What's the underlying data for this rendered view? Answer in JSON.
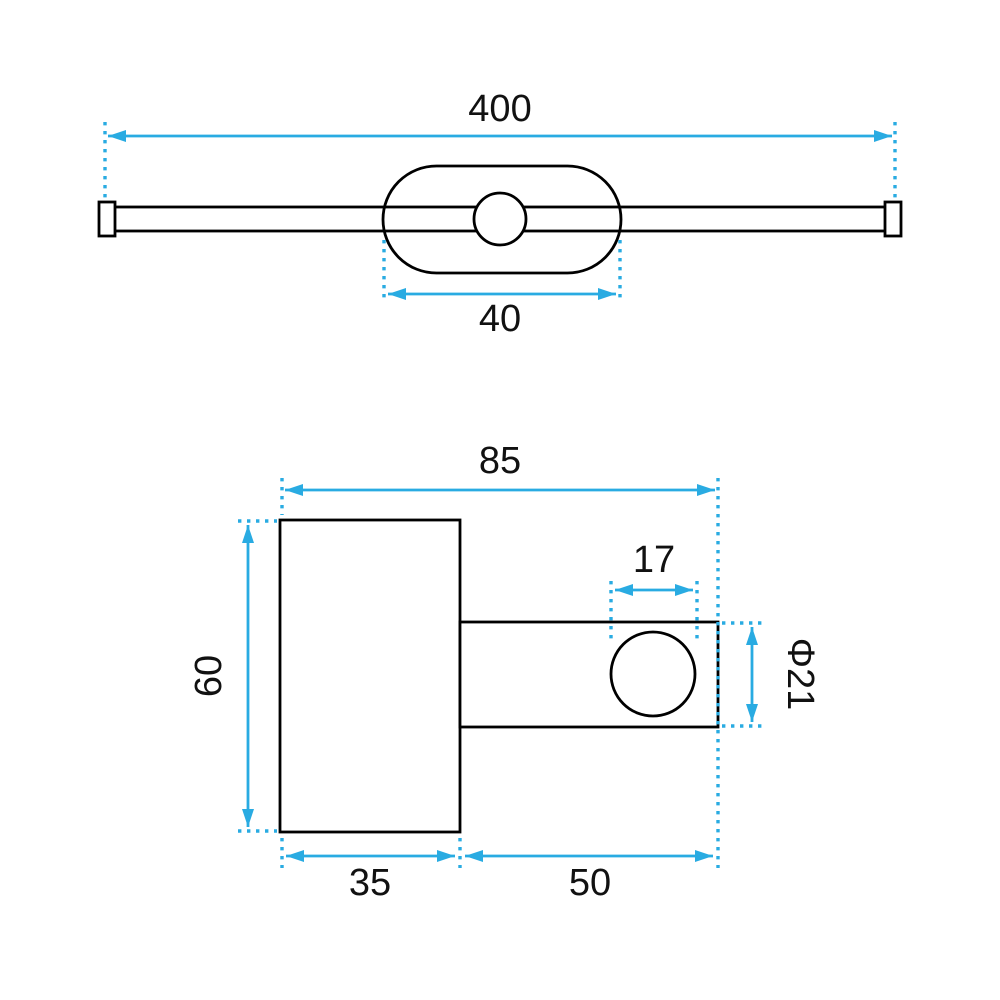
{
  "colors": {
    "accent": "#29ABE2",
    "ink": "#000000",
    "background": "#FFFFFF"
  },
  "front_view": {
    "overall_width": "400",
    "mount_width": "40"
  },
  "side_view": {
    "overall_depth": "85",
    "hub_width": "17",
    "body_height": "60",
    "arm_diameter": "Φ21",
    "body_depth": "35",
    "arm_length": "50"
  }
}
